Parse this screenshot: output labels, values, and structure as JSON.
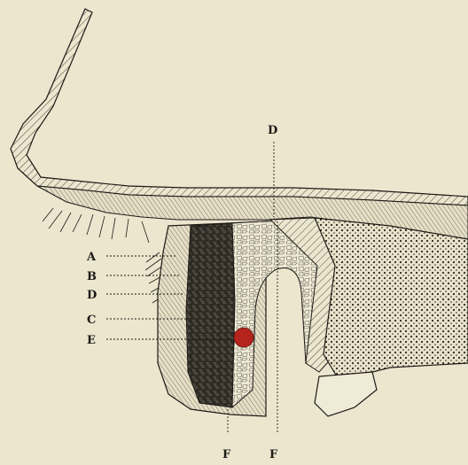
{
  "figure": {
    "labels": {
      "A": "A",
      "B": "B",
      "D_left": "D",
      "C": "C",
      "E": "E",
      "D_top": "D",
      "F_left": "F",
      "F_right": "F"
    },
    "colors": {
      "paper": "#ece6cf",
      "ink": "#1c1a16",
      "dark_tissue": "#2e2a24",
      "red_dot": "#b5241c"
    }
  }
}
